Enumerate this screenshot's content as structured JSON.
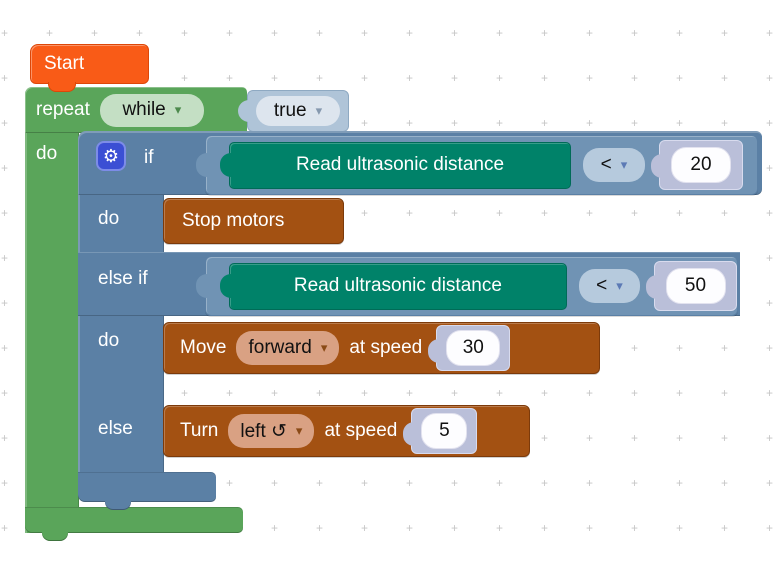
{
  "workspace": {
    "name": "blockly-program-canvas"
  },
  "colors": {
    "start_block": "#f95b17",
    "loop_block": "#5aa55a",
    "logic_block": "#5b80a5",
    "compare_block": "#7093b4",
    "sensor_block": "#008269",
    "motor_block": "#a35112",
    "shadow_field": "#babfd9",
    "grid_dot": "#c6c6c6"
  },
  "ui": {
    "dropdown_arrow": "▾",
    "gear": "⚙"
  },
  "start": {
    "label": "Start"
  },
  "repeat": {
    "keyword": "repeat",
    "mode": "while",
    "do_label": "do"
  },
  "condition_true": {
    "value": "true"
  },
  "if_block": {
    "if_label": "if",
    "do1_label": "do",
    "elseif_label": "else if",
    "do2_label": "do",
    "else_label": "else"
  },
  "condition1": {
    "sensor_label": "Read ultrasonic distance",
    "operator": "<",
    "value": "20"
  },
  "condition2": {
    "sensor_label": "Read ultrasonic distance",
    "operator": "<",
    "value": "50"
  },
  "stop_block": {
    "label": "Stop motors"
  },
  "move_block": {
    "action": "Move",
    "direction": "forward",
    "suffix": "at speed",
    "speed": "30"
  },
  "turn_block": {
    "action": "Turn",
    "direction": "left ↺",
    "suffix": "at speed",
    "speed": "5"
  }
}
